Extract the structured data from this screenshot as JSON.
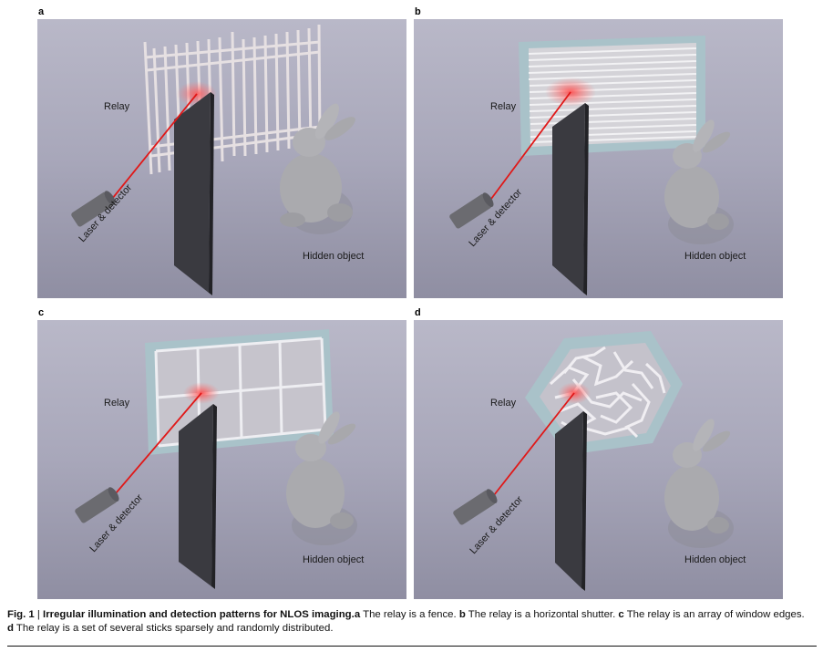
{
  "panels": [
    {
      "letter": "a",
      "relay_label": "Relay",
      "source_label": "Laser & detector",
      "object_label": "Hidden object"
    },
    {
      "letter": "b",
      "relay_label": "Relay",
      "source_label": "Laser & detector",
      "object_label": "Hidden object"
    },
    {
      "letter": "c",
      "relay_label": "Relay",
      "source_label": "Laser & detector",
      "object_label": "Hidden object"
    },
    {
      "letter": "d",
      "relay_label": "Relay",
      "source_label": "Laser & detector",
      "object_label": "Hidden object"
    }
  ],
  "caption": {
    "fig": "Fig. 1",
    "sep": " | ",
    "title": "Irregular illumination and detection patterns for NLOS imaging.",
    "a_letter": "a",
    "a_text": " The relay is a fence. ",
    "b_letter": "b",
    "b_text": " The relay is a horizontal shutter. ",
    "c_letter": "c",
    "c_text": " The relay is an array of window edges.",
    "d_letter": "d",
    "d_text": " The relay is a set of several sticks sparsely and randomly distributed."
  },
  "colors": {
    "background": "#a8a7ba",
    "laser": "#e01818",
    "wall": "#3a3a40",
    "frame": "#a9c2c9",
    "object": "#a3a3a8"
  }
}
